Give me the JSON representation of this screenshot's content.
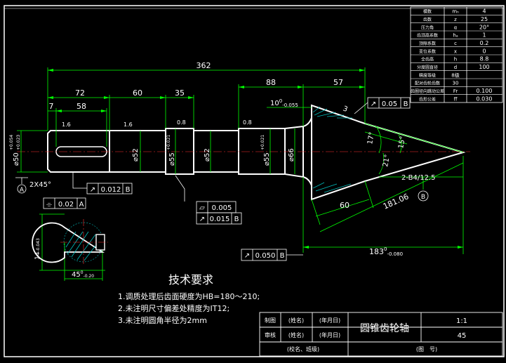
{
  "colors": {
    "background": "#000000",
    "part": "#ffffff",
    "dimension": "#00ff00",
    "frame": "#ffffff",
    "hatch": "#00bfbf"
  },
  "dimensions": {
    "overall_length": "362",
    "len_72": "72",
    "len_60": "60",
    "len_35": "35",
    "len_88": "88",
    "len_57": "57",
    "len_7": "7",
    "len_58": "58",
    "cone_10": "10",
    "cone_10_tol": "-0.055",
    "cone_3": "3",
    "dia_50": "⌀50",
    "dia_50_tol_up": "+0.054",
    "dia_50_tol_dn": "+0.023",
    "dia_52a": "⌀52",
    "dia_55a": "⌀55",
    "dia_55a_tol_up": "+0.021",
    "dia_55a_tol_dn": "+0.002",
    "dia_52b": "⌀52",
    "dia_55b": "⌀55",
    "dia_55b_tol_up": "+0.021",
    "dia_55b_tol_dn": "+0.002",
    "dia_66": "⌀66",
    "angle_17": "17°",
    "angle_15": "15°",
    "angle_21": "21°",
    "gear_mark": "2-B4/12.5",
    "len_60b": "60",
    "len_181": "181.06",
    "len_183": "183",
    "len_183_tol": "-0.080",
    "chamfer": "2X45°",
    "keyway_14": "14",
    "keyway_14_tol": "-0.043",
    "keyway_45": "45",
    "keyway_45_tol": "-0.20",
    "rough_1": "1.6",
    "rough_2": "1.6",
    "rough_3": "0.8",
    "rough_4": "0.8"
  },
  "datums": {
    "a": "A",
    "b": "B"
  },
  "tolerance_frames": [
    {
      "sym": "↗",
      "value": "0.05",
      "datum": "B"
    },
    {
      "sym": "↗",
      "value": "0.012",
      "datum": "B"
    },
    {
      "sym": "▱",
      "value": "0.005",
      "datum": ""
    },
    {
      "sym": "↗",
      "value": "0.015",
      "datum": "B"
    },
    {
      "sym": "↗",
      "value": "0.050",
      "datum": "B"
    },
    {
      "sym": "⌯",
      "value": "0.02",
      "datum": "A"
    }
  ],
  "params_table": [
    {
      "label": "模数",
      "sym": "mₙ",
      "value": "4"
    },
    {
      "label": "齿数",
      "sym": "z",
      "value": "25"
    },
    {
      "label": "压力角",
      "sym": "α",
      "value": "20°"
    },
    {
      "label": "齿顶高系数",
      "sym": "hₐ",
      "value": "1"
    },
    {
      "label": "顶隙系数",
      "sym": "c",
      "value": "0.2"
    },
    {
      "label": "变位系数",
      "sym": "x",
      "value": "0"
    },
    {
      "label": "全齿高",
      "sym": "h",
      "value": "8.8"
    },
    {
      "label": "分度圆直径",
      "sym": "d",
      "value": "100"
    },
    {
      "label": "精度等级",
      "sym": "8级",
      "value": ""
    },
    {
      "label": "配对齿轮齿数",
      "sym": "30",
      "value": ""
    },
    {
      "label": "齿圈径向跳动公差",
      "sym": "Fr",
      "value": "0.100"
    },
    {
      "label": "齿形公差",
      "sym": "ff",
      "value": "0.030"
    }
  ],
  "tech": {
    "title": "技术要求",
    "lines": [
      "1.调质处理后齿面硬度为HB=180～210;",
      "2.未注明尺寸偏差处精度为IT12;",
      "3.未注明圆角半径为2mm"
    ]
  },
  "title_block": {
    "r1": [
      "制图",
      "(姓名)",
      "(年月日)"
    ],
    "r2": [
      "审核",
      "(姓名)",
      "(年月日)"
    ],
    "r3": [
      "(校名、班级)",
      "(图　号)"
    ],
    "part_name": "圆锥齿轮轴",
    "scale": "1:1",
    "material": "45"
  }
}
